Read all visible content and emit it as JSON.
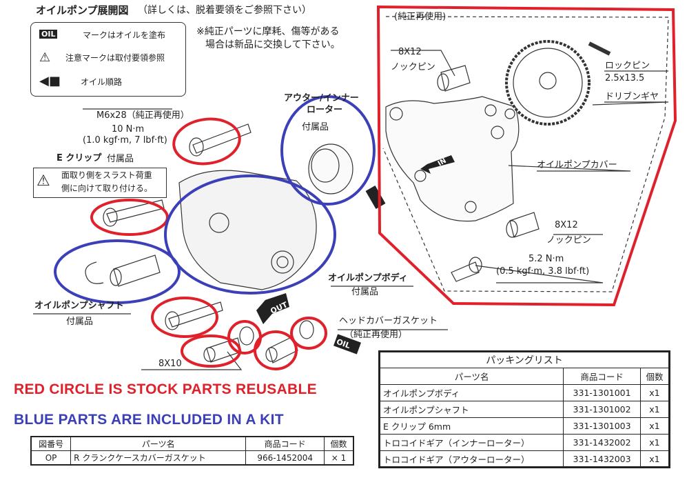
{
  "title": {
    "main": "オイルポンプ展開図",
    "sub": "（詳しくは、脱着要領をご参照下さい）"
  },
  "legend": {
    "oil_mark": "OIL",
    "oil_text": "マークはオイルを塗布",
    "caution_text": "注意マークは取付要領参照",
    "arrow_text": "オイル順路"
  },
  "note": {
    "line1": "※純正パーツに摩耗、傷等がある",
    "line2": "場合は新品に交換して下さい。"
  },
  "labels": {
    "bolt_spec": "M6x28（純正再使用）",
    "bolt_torque": "10 N·m",
    "bolt_torque_alt": "(1.0 kgf·m, 7 lbf·ft)",
    "eclip": "E クリップ",
    "eclip_incl": "付属品",
    "eclip_warn1": "面取り側をスラスト荷重",
    "eclip_warn2": "側に向けて取り付ける。",
    "rotor1": "アウター/インナー",
    "rotor2": "ローター",
    "rotor_incl": "付属品",
    "body": "オイルポンプボディ",
    "body_incl": "付属品",
    "shaft": "オイルポンプシャフト",
    "shaft_incl": "付属品",
    "gasket": "ヘッドカバーガスケット",
    "gasket_reuse": "（純正再使用）",
    "dowel_small": "8X10",
    "out": "OUT",
    "oil": "OIL",
    "in": "IN",
    "reuse_group": "(純正再使用)",
    "dowel1_size": "8X12",
    "dowel1": "ノックピン",
    "lockpin": "ロックピン",
    "lockpin_size": "2.5x13.5",
    "gear": "ドリブンギヤ",
    "cover": "オイルポンプカバー",
    "dowel2_size": "8X12",
    "dowel2": "ノックピン",
    "cover_torque": "5.2 N·m",
    "cover_torque_alt": "(0.5 kgf·m, 3.8 lbf·ft)"
  },
  "annotations": {
    "red": "RED CIRCLE IS STOCK PARTS REUSABLE",
    "blue": "BLUE PARTS ARE INCLUDED IN A KIT",
    "red_color": "#e0202a",
    "blue_color": "#3b3fb8"
  },
  "packing_list": {
    "title": "パッキングリスト",
    "headers": [
      "パーツ名",
      "商品コード",
      "個数"
    ],
    "rows": [
      [
        "オイルポンプボディ",
        "331-1301001",
        "x1"
      ],
      [
        "オイルポンプシャフト",
        "331-1301002",
        "x1"
      ],
      [
        "E クリップ 6mm",
        "331-1301003",
        "x1"
      ],
      [
        "トロコイドギア（インナーローター）",
        "331-1432002",
        "x1"
      ],
      [
        "トロコイドギア（アウターローター）",
        "331-1432003",
        "x1"
      ]
    ]
  },
  "op_table": {
    "headers": [
      "図番号",
      "パーツ名",
      "商品コード",
      "個数"
    ],
    "row": [
      "OP",
      "R クランクケースカバーガスケット",
      "966-1452004",
      "× 1"
    ]
  }
}
